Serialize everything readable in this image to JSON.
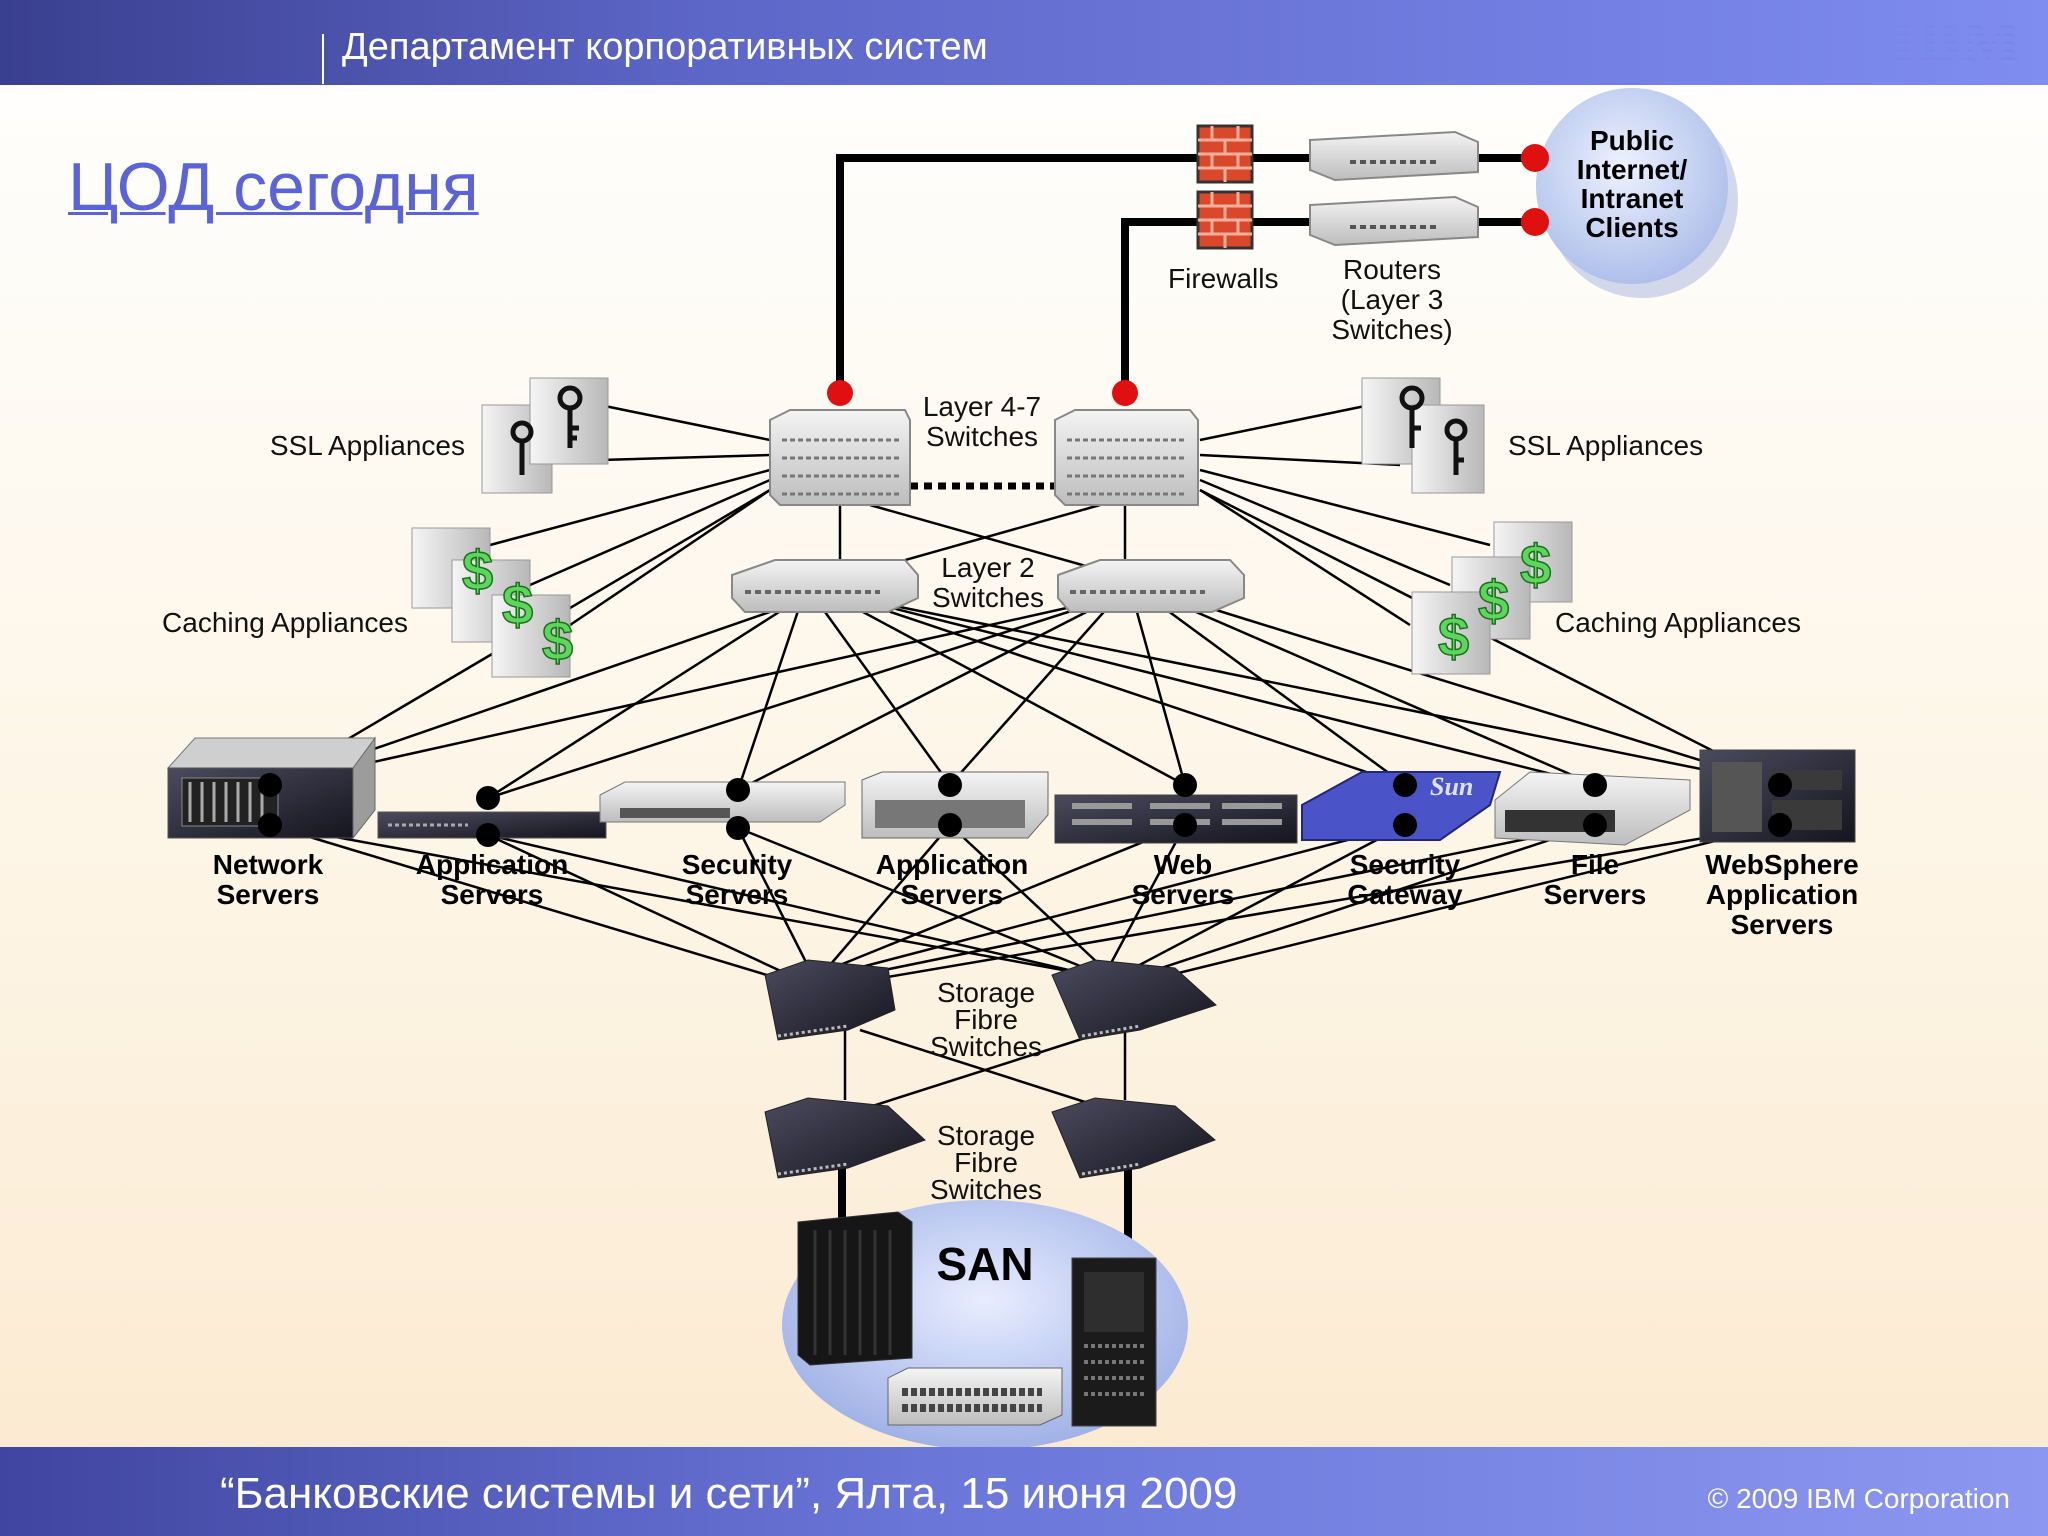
{
  "header": {
    "department": "Департамент корпоративных систем",
    "logo_text": "IBM"
  },
  "title": "ЦОД сегодня",
  "diagram": {
    "cloud_label": [
      "Public",
      "Internet/",
      "Intranet",
      "Clients"
    ],
    "firewalls_label": "Firewalls",
    "routers_label": [
      "Routers",
      "(Layer 3",
      "Switches)"
    ],
    "layer47_label": [
      "Layer 4-7",
      "Switches"
    ],
    "layer2_label": [
      "Layer 2",
      "Switches"
    ],
    "ssl_left": "SSL Appliances",
    "ssl_right": "SSL Appliances",
    "caching_left": "Caching Appliances",
    "caching_right": "Caching Appliances",
    "servers": [
      {
        "label": [
          "Network",
          "Servers"
        ]
      },
      {
        "label": [
          "Application",
          "Servers"
        ]
      },
      {
        "label": [
          "Security",
          "Servers"
        ]
      },
      {
        "label": [
          "Application",
          "Servers"
        ]
      },
      {
        "label": [
          "Web",
          "Servers"
        ]
      },
      {
        "label": [
          "Security",
          "Gateway"
        ]
      },
      {
        "label": [
          "File",
          "Servers"
        ]
      },
      {
        "label": [
          "WebSphere",
          "Application",
          "Servers"
        ]
      }
    ],
    "storage_fibre_1": [
      "Storage",
      "Fibre",
      "Switches"
    ],
    "storage_fibre_2": [
      "Storage",
      "Fibre",
      "Switches"
    ],
    "san_label": "SAN",
    "cache_symbol": "$",
    "sun_logo": "Sun",
    "colors": {
      "connector_red": "#e01010",
      "firewall_brick": "#d9482a",
      "cache_green": "#5cd65c",
      "cloud_blue": "#c7d3f2"
    }
  },
  "footer": {
    "event": "“Банковские системы и сети”, Ялта, 15 июня 2009",
    "copyright": "© 2009 IBM Corporation"
  }
}
